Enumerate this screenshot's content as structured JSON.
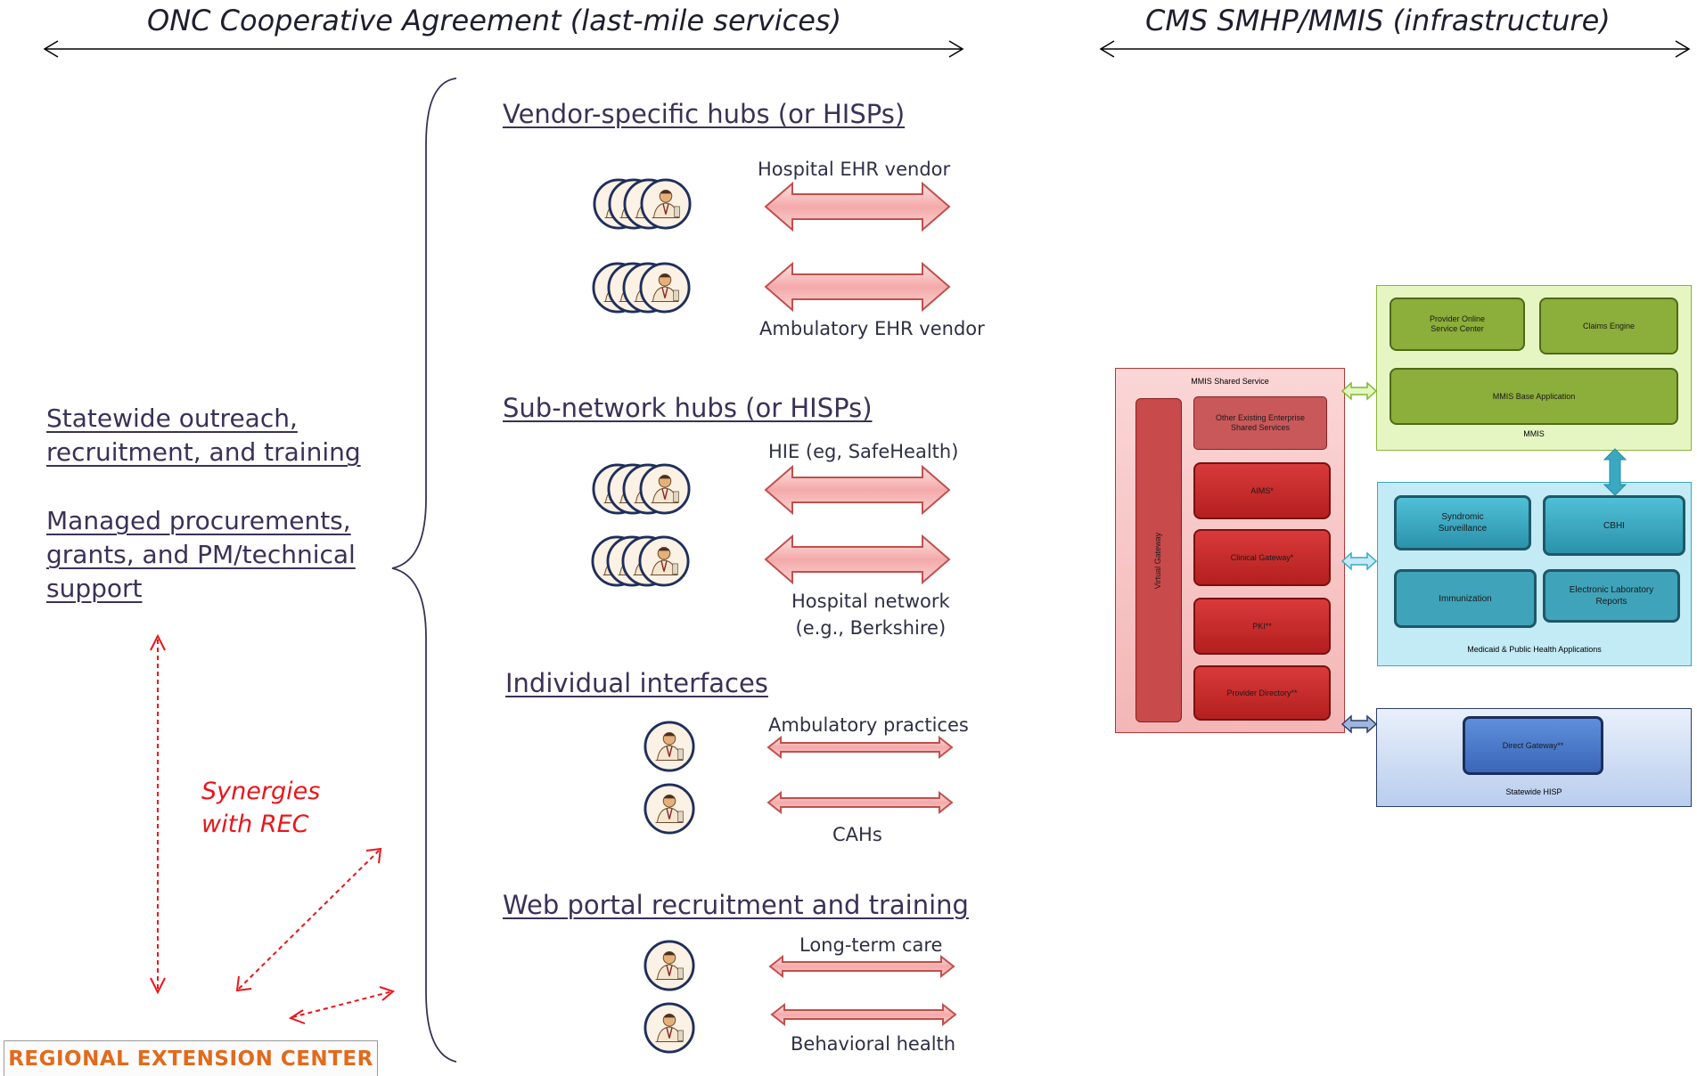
{
  "headers": {
    "left": "ONC Cooperative Agreement (last-mile services)",
    "right": "CMS SMHP/MMIS (infrastructure)"
  },
  "left_panel": {
    "line1": "Statewide outreach,",
    "line2": "recruitment, and training",
    "line3": "Managed procurements,",
    "line4": "grants, and PM/technical",
    "line5": "support",
    "synergy1": "Synergies",
    "synergy2": "with REC",
    "rec_logo": "REGIONAL EXTENSION CENTER"
  },
  "sections": [
    {
      "title": "Vendor-specific hubs (or HISPs)",
      "labels": [
        "Hospital EHR vendor",
        "Ambulatory EHR vendor"
      ]
    },
    {
      "title": "Sub-network hubs (or HISPs)",
      "labels": [
        "HIE (eg, SafeHealth)",
        "Hospital network",
        "(e.g., Berkshire)"
      ]
    },
    {
      "title": "Individual interfaces",
      "labels": [
        "Ambulatory practices",
        "CAHs"
      ]
    },
    {
      "title": "Web portal recruitment and training",
      "labels": [
        "Long-term care",
        "Behavioral health"
      ]
    }
  ],
  "infrastructure": {
    "shared": {
      "title": "MMIS Shared Service",
      "virtual_gateway": "Virtual Gateway",
      "other": "Other Existing Enterprise Shared Services",
      "aims": "AIMS*",
      "clinical": "Clinical Gateway*",
      "pki": "PKI**",
      "provider_dir": "Provider Directory**"
    },
    "mmis": {
      "title": "MMIS",
      "provider_online": "Provider Online Service Center",
      "claims": "Claims Engine",
      "base_app": "MMIS Base Application"
    },
    "public_health": {
      "title": "Medicaid & Public Health Applications",
      "syndromic": "Syndromic Surveillance",
      "cbhi": "CBHI",
      "immunization": "Immunization",
      "elr": "Electronic Laboratory Reports"
    },
    "hisp": {
      "title": "Statewide HISP",
      "direct": "Direct Gateway**"
    }
  },
  "colors": {
    "red_arrow_fill": "#f7b6b6",
    "red_arrow_stroke": "#c0504d",
    "synergy_red": "#e8161c",
    "mmis_green": "#8db33a",
    "ph_blue": "#3aa8c0",
    "hisp_blue": "#4a78c8",
    "shared_red": "#d04848"
  }
}
